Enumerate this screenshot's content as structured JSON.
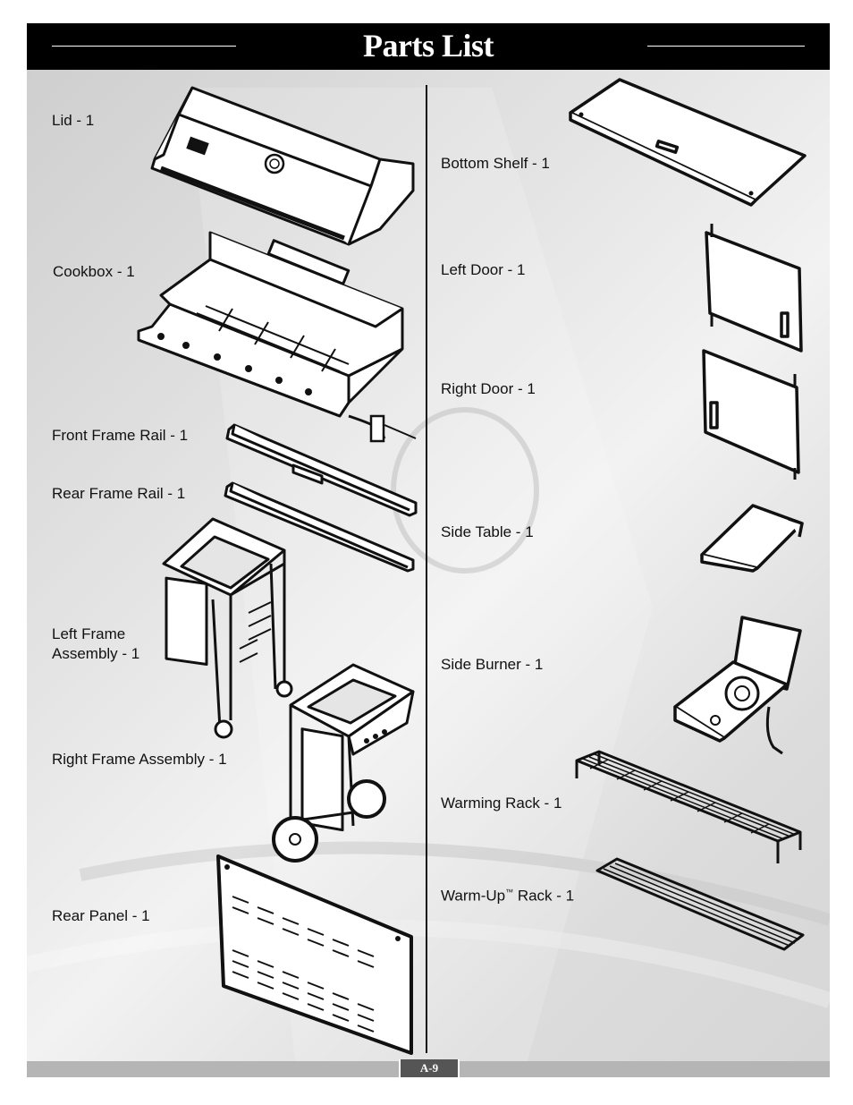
{
  "header": {
    "title": "Parts List"
  },
  "left_parts": [
    {
      "label": "Lid - 1"
    },
    {
      "label": "Cookbox - 1"
    },
    {
      "label": "Front Frame Rail - 1"
    },
    {
      "label": "Rear Frame Rail - 1"
    },
    {
      "label_line1": "Left Frame",
      "label_line2": "Assembly - 1"
    },
    {
      "label": "Right Frame Assembly - 1"
    },
    {
      "label": "Rear Panel - 1"
    }
  ],
  "right_parts": [
    {
      "label": "Bottom Shelf - 1"
    },
    {
      "label": "Left Door - 1"
    },
    {
      "label": "Right Door - 1"
    },
    {
      "label": "Side Table - 1"
    },
    {
      "label": "Side Burner - 1"
    },
    {
      "label": "Warming Rack - 1"
    },
    {
      "label_pre": "Warm-Up",
      "label_tm": "™",
      "label_post": " Rack - 1"
    }
  ],
  "footer": {
    "page": "A-9"
  }
}
